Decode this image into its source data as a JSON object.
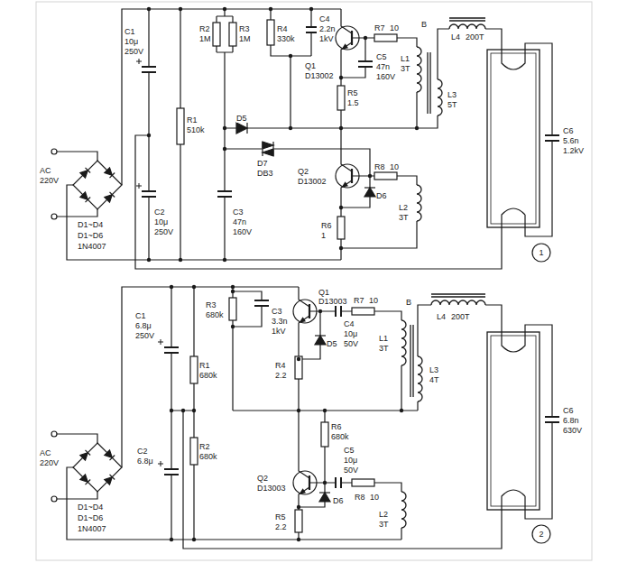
{
  "diagram": {
    "labels": [
      "R2",
      "1M",
      "R3",
      "1M",
      "R4",
      "330k",
      "C4",
      "2.2n",
      "1kV",
      "Q1",
      "D13002",
      "R7",
      "10",
      "B",
      "L4",
      "200T",
      "C1",
      "10μ",
      "250V",
      "C5",
      "47n",
      "160V",
      "L1",
      "3T",
      "L3",
      "5T",
      "R5",
      "1.5",
      "D5",
      "R1",
      "510k",
      "C6",
      "5.6n",
      "1.2kV",
      "AC",
      "220V",
      "C2",
      "10μ",
      "250V",
      "D7",
      "DB3",
      "Q2",
      "D13002",
      "R8",
      "10",
      "D1~D4",
      "D1~D6",
      "1N4007",
      "C3",
      "47n",
      "160V",
      "D6",
      "L2",
      "3T",
      "R6",
      "1",
      "1",
      "R3",
      "680k",
      "C3",
      "3.3n",
      "1kV",
      "Q1",
      "D13003",
      "C4",
      "10μ",
      "50V",
      "R7",
      "10",
      "B",
      "L4",
      "200T",
      "C1",
      "6.8μ",
      "250V",
      "R1",
      "680k",
      "R4",
      "2.2",
      "D5",
      "L1",
      "3T",
      "L3",
      "4T",
      "C6",
      "6.8n",
      "630V",
      "R6",
      "680k",
      "Q2",
      "D13003",
      "C5",
      "10μ",
      "50V",
      "R8",
      "10",
      "L2",
      "3T",
      "R2",
      "680k",
      "C2",
      "6.8μ",
      "AC",
      "220V",
      "D1~D4",
      "D1~D6",
      "1N4007",
      "R5",
      "2.2",
      "D6",
      "2"
    ]
  }
}
